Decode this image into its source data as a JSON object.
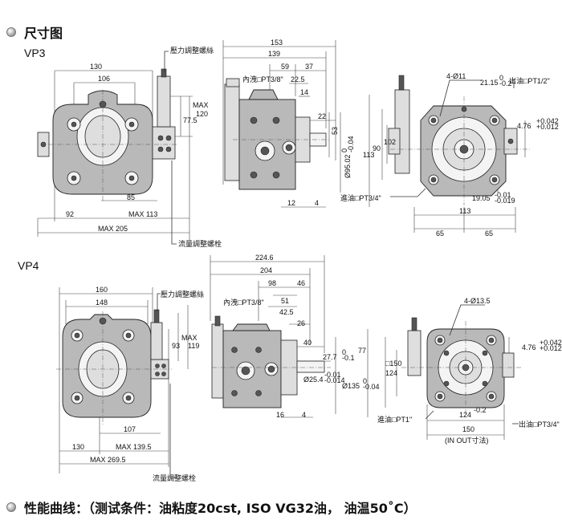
{
  "headings": {
    "section_title": "尺寸图",
    "vp3_label": "VP3",
    "vp4_label": "VP4",
    "performance_title": "性能曲线：（测试条件：油粘度20cst, ISO VG32油，  油温50˚C）"
  },
  "vp3": {
    "front": {
      "pressure_screw": "壓力調整螺絲",
      "flow_screw": "流量調整螺栓",
      "d130": "130",
      "d106": "106",
      "max_label": "MAX",
      "d120": "120",
      "d77_5": "77.5",
      "d85": "85",
      "d92": "92",
      "max113": "MAX 113",
      "max205": "MAX 205"
    },
    "side": {
      "d153": "153",
      "d139": "139",
      "d59": "59",
      "d37": "37",
      "drain": "內洩□PT3/8\"",
      "d22_5": "22.5",
      "d14": "14",
      "d22": "22",
      "d53": "53",
      "shaft": "Ø95.02",
      "shaft_tol_top": "0",
      "shaft_tol_bot": "-0.04",
      "d12": "12",
      "d4": "4"
    },
    "rear": {
      "holes": "4-Ø11",
      "d21_15": "21.15",
      "d21_15_tol_top": "0",
      "d21_15_tol_bot": "-0.2",
      "outlet": "出油□PT1/2\"",
      "d4_76": "4.76",
      "d4_76_tol_top": "+0.042",
      "d4_76_tol_bot": "+0.012",
      "d102": "102",
      "d90": "90",
      "d113v": "113",
      "inlet": "進油□PT3/4\"",
      "d19_05": "19.05",
      "d19_05_tol_top": "-0.01",
      "d19_05_tol_bot": "-0.019",
      "d113h": "113",
      "d65a": "65",
      "d65b": "65"
    }
  },
  "vp4": {
    "front": {
      "d160": "160",
      "d148": "148",
      "pressure_screw": "壓力調整螺絲",
      "max_label": "MAX",
      "d93": "93",
      "d119": "119",
      "d107": "107",
      "d130": "130",
      "max139_5": "MAX 139.5",
      "max269_5": "MAX 269.5",
      "flow_screw": "流量調整螺栓"
    },
    "side": {
      "d224_6": "224.6",
      "d204": "204",
      "d98": "98",
      "d46": "46",
      "drain": "內洩□PT3/8\"",
      "d51": "51",
      "d42_5": "42.5",
      "d26": "26",
      "d40": "40",
      "d27_7": "27.7",
      "d27_7_tol_top": "0",
      "d27_7_tol_bot": "-0.1",
      "d77": "77",
      "d25_4": "Ø25.4",
      "d25_4_tol_top": "-0.01",
      "d25_4_tol_bot": "-0.014",
      "d135": "Ø135",
      "d135_tol_top": "0",
      "d135_tol_bot": "-0.04",
      "d16": "16",
      "d4": "4"
    },
    "rear": {
      "holes": "4-Ø13.5",
      "d4_76": "4.76",
      "d4_76_tol_top": "+0.042",
      "d4_76_tol_bot": "+0.012",
      "sq150": "□150",
      "d124v": "124",
      "inlet": "進油□PT1\"",
      "d124h": "124",
      "d124h_tol": "-0.2",
      "outlet": "出油□PT3/4\"",
      "d150": "150",
      "inout": "(IN OUT寸法)"
    }
  }
}
